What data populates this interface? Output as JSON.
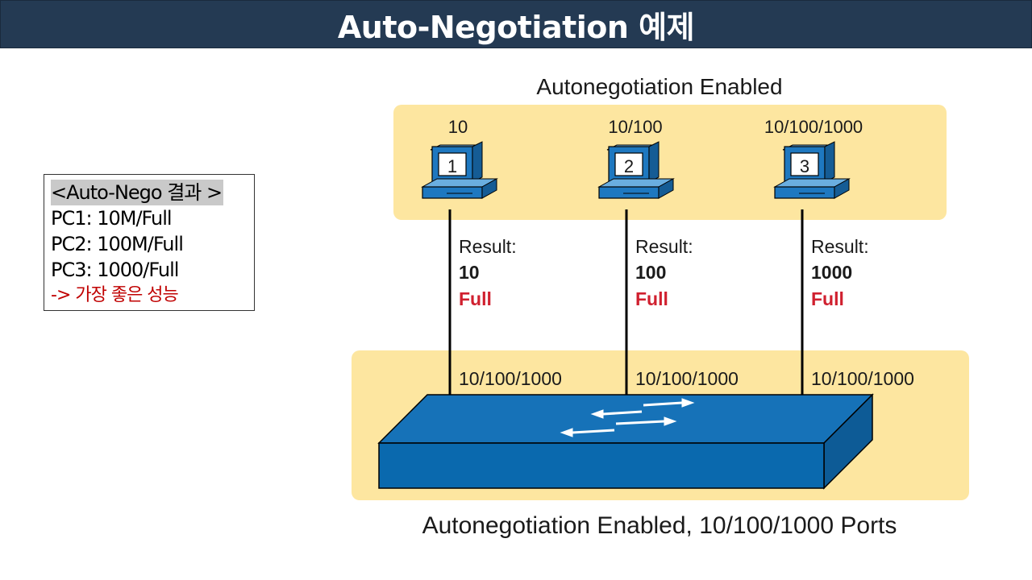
{
  "title": "Auto-Negotiation 예제",
  "result_box": {
    "header": "<Auto-Nego 결과 >",
    "lines": [
      "PC1: 10M/Full",
      "PC2: 100M/Full",
      "PC3: 1000/Full"
    ],
    "conclusion": "-> 가장 좋은 성능"
  },
  "diagram": {
    "top_label": "Autonegotiation Enabled",
    "bottom_label": "Autonegotiation Enabled, 10/100/1000 Ports",
    "pcs": [
      {
        "number": "1",
        "speed": "10",
        "result_label": "Result:",
        "result_speed": "10",
        "result_duplex": "Full",
        "port": "10/100/1000"
      },
      {
        "number": "2",
        "speed": "10/100",
        "result_label": "Result:",
        "result_speed": "100",
        "result_duplex": "Full",
        "port": "10/100/1000"
      },
      {
        "number": "3",
        "speed": "10/100/1000",
        "result_label": "Result:",
        "result_speed": "1000",
        "result_duplex": "Full",
        "port": "10/100/1000"
      }
    ],
    "colors": {
      "panel": "#fde6a0",
      "switch_front": "#0a69ae",
      "switch_side": "#0d5b96",
      "pc": "#1e78c0",
      "duplex": "#d0202f",
      "title_bar": "#243a53"
    }
  }
}
